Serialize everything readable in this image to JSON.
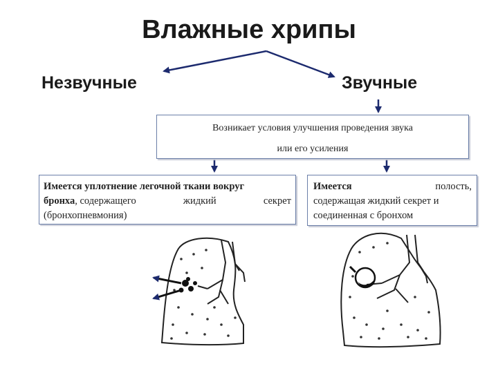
{
  "title": "Влажные хрипы",
  "branches": {
    "left": "Незвучные",
    "right": "Звучные"
  },
  "condition_box": {
    "line1": "Возникает условия улучшения проведения звука",
    "line2": "или его усиления"
  },
  "left_box": {
    "line1_bold": "Имеется уплотнение легочной ткани вокруг",
    "line2_bold": "бронха",
    "line2_w1": ", содержащего",
    "line2_w2": "жидкий",
    "line2_w3": "секрет",
    "line3": "(бронхопневмония)"
  },
  "right_box": {
    "line1_w1": "Имеется",
    "line1_w2": "полость,",
    "line2": "содержащая жидкий секрет и",
    "line3": "соединенная с бронхом"
  },
  "colors": {
    "arrow": "#1c2a6e",
    "box_border": "#6a7ea8",
    "text": "#1a1a1a"
  }
}
